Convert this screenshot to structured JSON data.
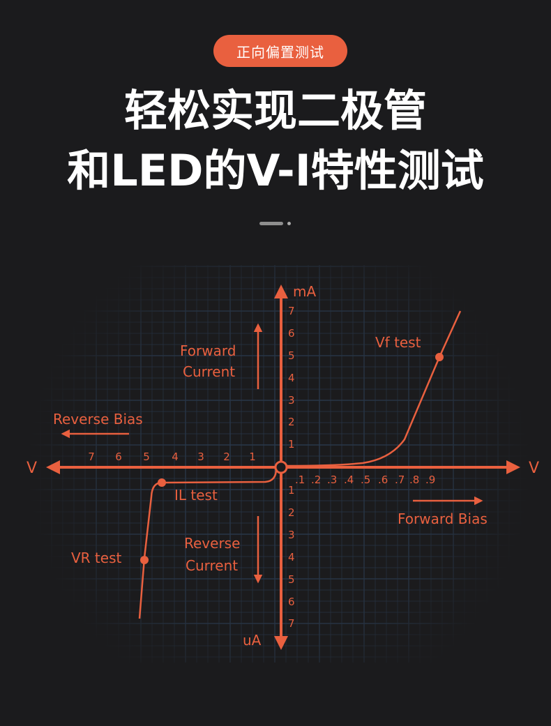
{
  "badge": "正向偏置测试",
  "headline": {
    "line1": "轻松实现二极管",
    "line2": "和LED的V-I特性测试"
  },
  "colors": {
    "accent": "#e9603f",
    "background": "#1b1b1d",
    "grid": "#2a3a4e",
    "text": "#ffffff"
  },
  "diagram": {
    "y_axis_top_label": "mA",
    "y_axis_bottom_label": "uA",
    "x_axis_left_label": "V",
    "x_axis_right_label": "V",
    "forward_current": [
      "Forward",
      "Current"
    ],
    "reverse_current": [
      "Reverse",
      "Current"
    ],
    "reverse_bias": "Reverse Bias",
    "forward_bias": "Forward Bias",
    "vf_test": "Vf test",
    "il_test": "IL test",
    "vr_test": "VR test",
    "left_ticks": [
      "7",
      "6",
      "5",
      "4",
      "3",
      "2",
      "1"
    ],
    "right_ticks": [
      ".1",
      ".2",
      ".3",
      ".4",
      ".5",
      ".6",
      ".7",
      ".8",
      ".9"
    ],
    "upper_ticks": [
      "7",
      "6",
      "5",
      "4",
      "3",
      "2",
      "1"
    ],
    "lower_ticks": [
      "1",
      "2",
      "3",
      "4",
      "5",
      "6",
      "7"
    ]
  }
}
